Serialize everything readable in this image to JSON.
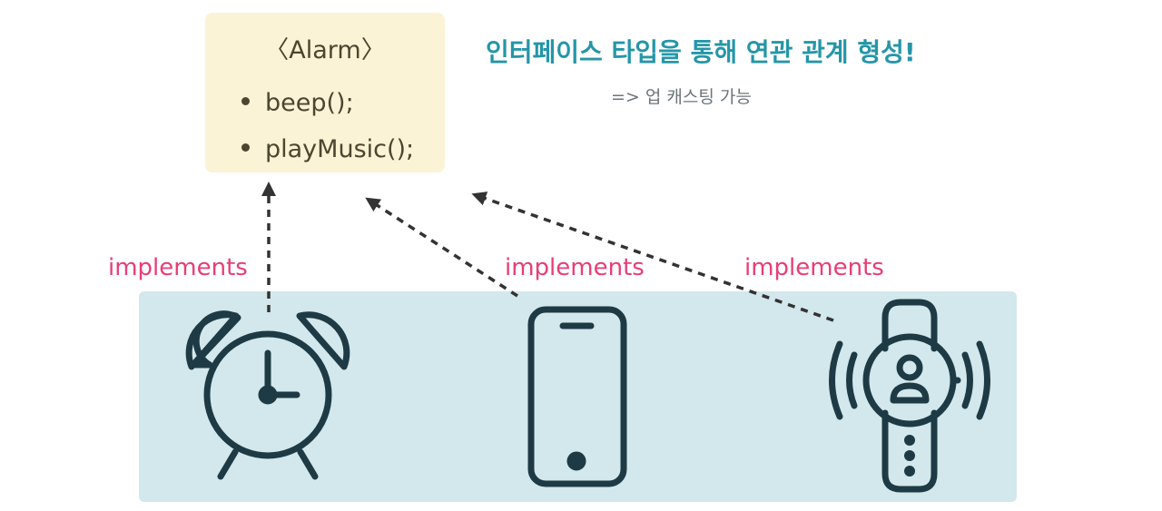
{
  "interface": {
    "title": "〈Alarm〉",
    "methods": [
      "beep();",
      "playMusic();"
    ]
  },
  "headline": "인터페이스 타입을 통해 연관 관계 형성!",
  "subline": "=> 업 캐스팅 가능",
  "relations": [
    {
      "label": "implements",
      "device_icon": "alarm-clock-icon"
    },
    {
      "label": "implements",
      "device_icon": "smartphone-icon"
    },
    {
      "label": "implements",
      "device_icon": "smartwatch-icon"
    }
  ],
  "colors": {
    "interface_fill": "#fbf3d6",
    "interface_text": "#4c4530",
    "headline": "#2596a8",
    "subline": "#6d7479",
    "label": "#e83d79",
    "band": "#d3e8ec",
    "icon_stroke": "#1e3a45",
    "arrow": "#333333"
  }
}
